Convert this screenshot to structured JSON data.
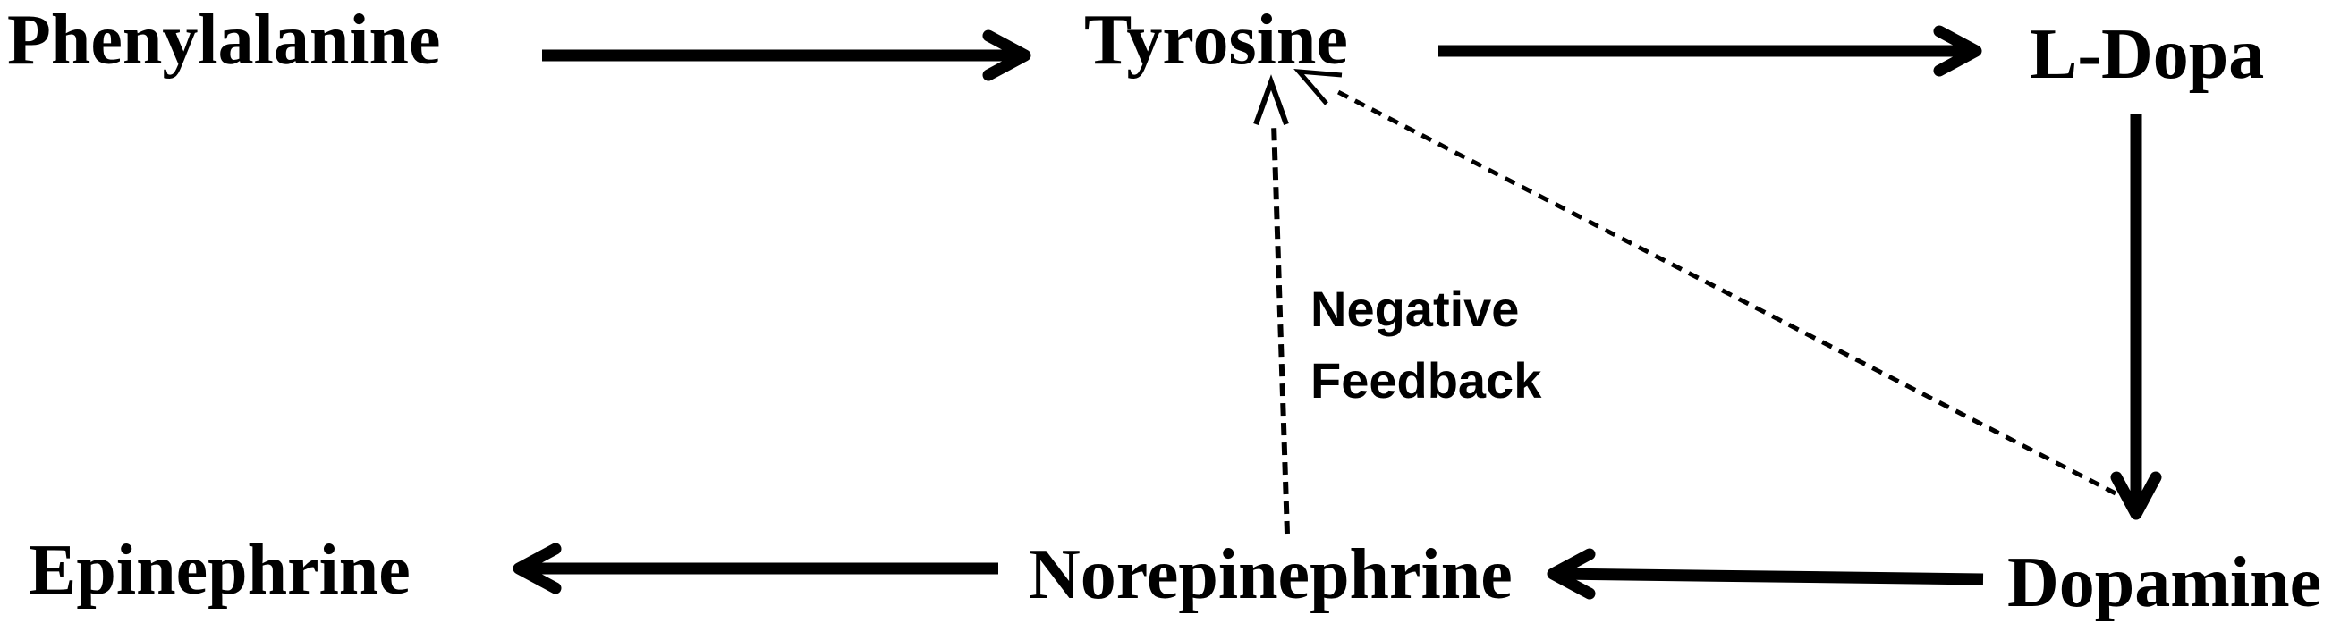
{
  "diagram": {
    "background_color": "#ffffff",
    "ink_color": "#000000",
    "nodes": {
      "phenylalanine": {
        "label": "Phenylalanine"
      },
      "tyrosine": {
        "label": "Tyrosine"
      },
      "ldopa": {
        "label": "L-Dopa"
      },
      "dopamine": {
        "label": "Dopamine"
      },
      "norepinephrine": {
        "label": "Norepinephrine"
      },
      "epinephrine": {
        "label": "Epinephrine"
      }
    },
    "annotation": {
      "line1": "Negative",
      "line2": "Feedback"
    },
    "edges": [
      {
        "from": "Phenylalanine",
        "to": "Tyrosine",
        "style": "solid"
      },
      {
        "from": "Tyrosine",
        "to": "L-Dopa",
        "style": "solid"
      },
      {
        "from": "L-Dopa",
        "to": "Dopamine",
        "style": "solid"
      },
      {
        "from": "Dopamine",
        "to": "Norepinephrine",
        "style": "solid"
      },
      {
        "from": "Norepinephrine",
        "to": "Epinephrine",
        "style": "solid"
      },
      {
        "from": "Norepinephrine",
        "to": "Tyrosine",
        "style": "dashed",
        "label": "Negative Feedback"
      },
      {
        "from": "Dopamine",
        "to": "Tyrosine",
        "style": "dashed",
        "label": "Negative Feedback"
      }
    ]
  }
}
